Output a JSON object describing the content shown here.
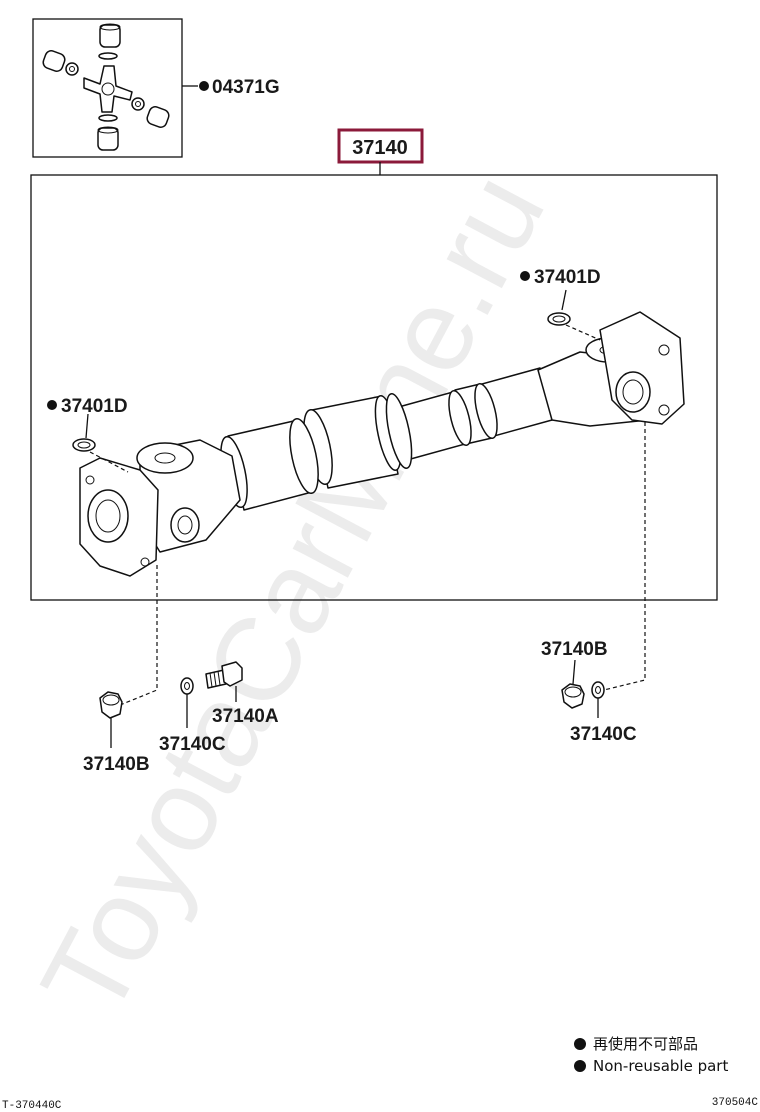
{
  "watermark": "ToyotaCarMine.ru",
  "assembly": {
    "part_number": "37140",
    "highlight_color": "#8b1a3a"
  },
  "callouts": {
    "kit": "04371G",
    "snap_ring_right": "37401D",
    "snap_ring_left": "37401D",
    "nut_right": "37140B",
    "washer_right": "37140C",
    "bolt_left": "37140A",
    "washer_left": "37140C",
    "nut_left": "37140B"
  },
  "legend": {
    "japanese": "再使用不可部品",
    "english": "Non-reusable part"
  },
  "footer": {
    "left_code": "T-370440C",
    "right_code": "370504C"
  }
}
